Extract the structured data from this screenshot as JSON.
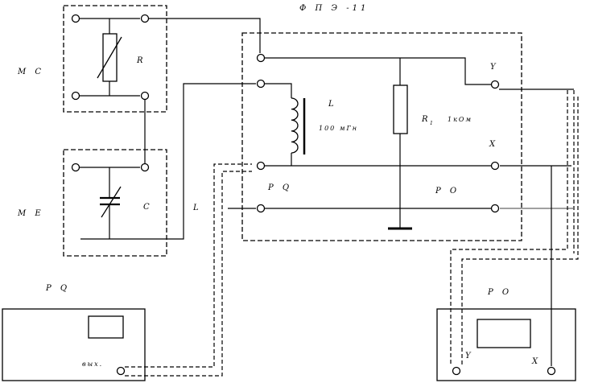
{
  "labels": {
    "module_top": "М С",
    "module_bottom": "М Е",
    "resistor": "R",
    "capacitor": "C",
    "fpe_title": "Ф П Э -11",
    "inductor_name": "L",
    "inductor_value": "100 мГн",
    "r1_name": "R",
    "r1_sub": "1",
    "r1_value": "1кОм",
    "term_y": "Y",
    "term_x": "X",
    "pq_inside": "P Q",
    "po_inside": "P O",
    "wire_l": "L",
    "gen_title": "P Q",
    "gen_output": "вых.",
    "osc_title": "P O",
    "osc_y": "Y",
    "osc_x": "X"
  }
}
